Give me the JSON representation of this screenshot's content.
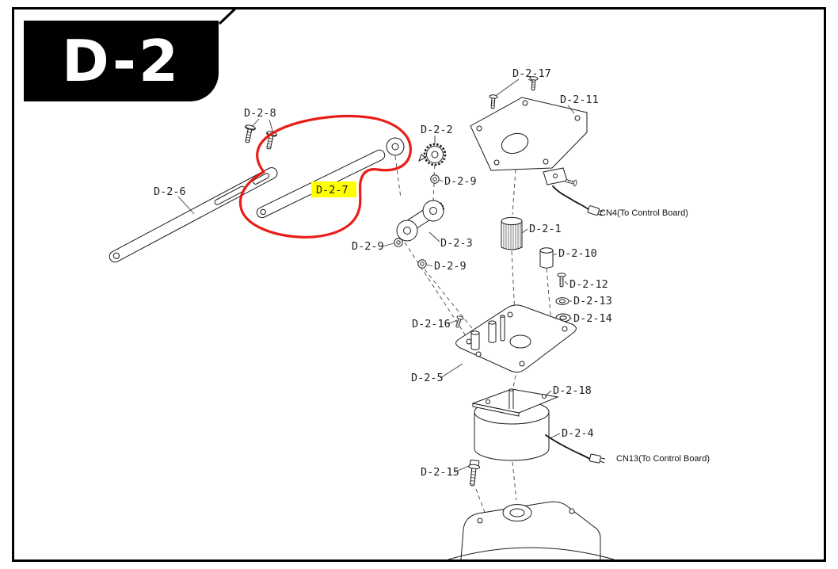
{
  "page": {
    "title": "D-2"
  },
  "diagram": {
    "part_labels": [
      {
        "text": "D-2-8"
      },
      {
        "text": "D-2-2"
      },
      {
        "text": "D-2-17"
      },
      {
        "text": "D-2-11"
      },
      {
        "text": "D-2-6"
      },
      {
        "text": "D-2-7"
      },
      {
        "text": "D-2-9"
      },
      {
        "text": "D-2-9"
      },
      {
        "text": "D-2-3"
      },
      {
        "text": "D-2-9"
      },
      {
        "text": "D-2-1"
      },
      {
        "text": "D-2-10"
      },
      {
        "text": "D-2-12"
      },
      {
        "text": "D-2-13"
      },
      {
        "text": "D-2-14"
      },
      {
        "text": "D-2-16"
      },
      {
        "text": "D-2-5"
      },
      {
        "text": "D-2-18"
      },
      {
        "text": "D-2-4"
      },
      {
        "text": "D-2-15"
      }
    ],
    "connector_labels": [
      {
        "text": "CN4(To Control Board)"
      },
      {
        "text": "CN13(To Control Board)"
      }
    ],
    "annotations": {
      "highlighted_label": "D-2-7",
      "highlight_color": "#ffff00",
      "circled_label": "D-2-7",
      "circle_color": "#e8120c"
    }
  }
}
